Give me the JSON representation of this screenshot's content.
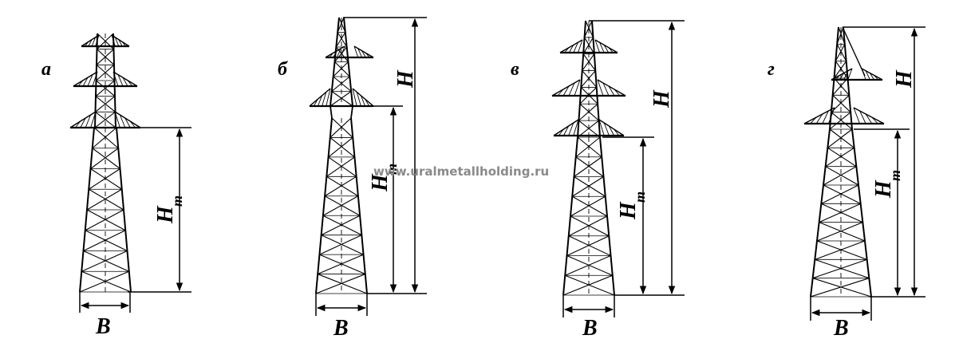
{
  "panels": [
    {
      "letter": "а",
      "base_label": "B",
      "height_label": "",
      "tower_height_label": "H",
      "tower_height_sub": "т"
    },
    {
      "letter": "б",
      "base_label": "B",
      "height_label": "H",
      "tower_height_label": "H",
      "tower_height_sub": "т"
    },
    {
      "letter": "в",
      "base_label": "B",
      "height_label": "H",
      "tower_height_label": "H",
      "tower_height_sub": "т"
    },
    {
      "letter": "г",
      "base_label": "B",
      "height_label": "H",
      "tower_height_label": "H",
      "tower_height_sub": "т"
    }
  ],
  "watermark": "www.uralmetallholding.ru"
}
